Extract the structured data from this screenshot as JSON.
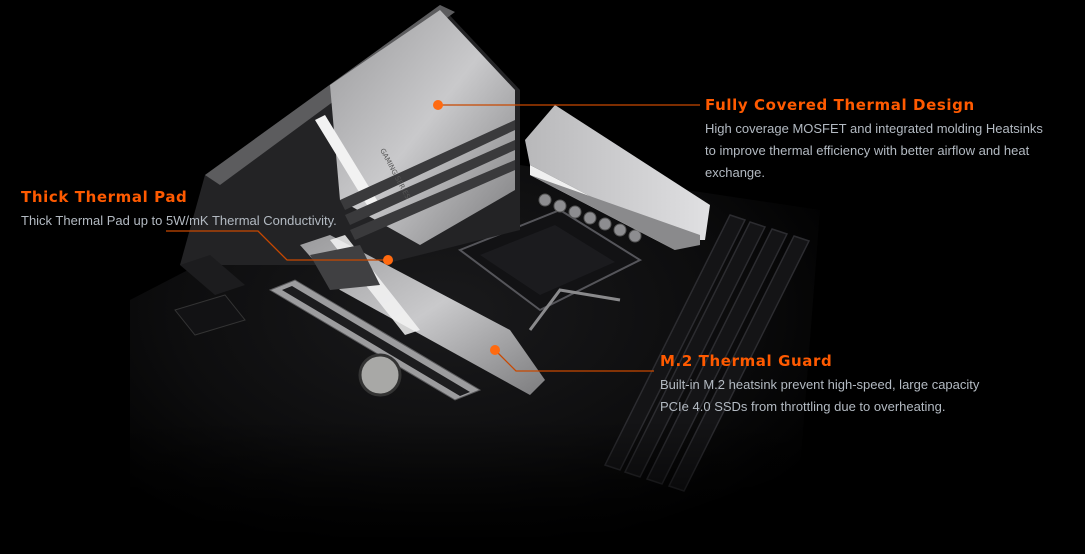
{
  "theme": {
    "background": "#000000",
    "accent": "#ff5a00",
    "body_text": "#b3bac2"
  },
  "product_visual": {
    "subject": "motherboard-with-heatsinks",
    "heatsink_engraving": "GAMING SERIES"
  },
  "callouts": [
    {
      "id": "fully-covered-thermal-design",
      "title": "Fully Covered Thermal Design",
      "body": "High coverage MOSFET and integrated molding Heatsinks to improve thermal efficiency with better airflow and heat exchange."
    },
    {
      "id": "thick-thermal-pad",
      "title": "Thick Thermal Pad",
      "body": "Thick Thermal Pad up to 5W/mK Thermal Conductivity."
    },
    {
      "id": "m2-thermal-guard",
      "title": "M.2 Thermal Guard",
      "body": "Built-in M.2 heatsink prevent high-speed, large capacity PCIe 4.0 SSDs from throttling due to overheating."
    }
  ]
}
